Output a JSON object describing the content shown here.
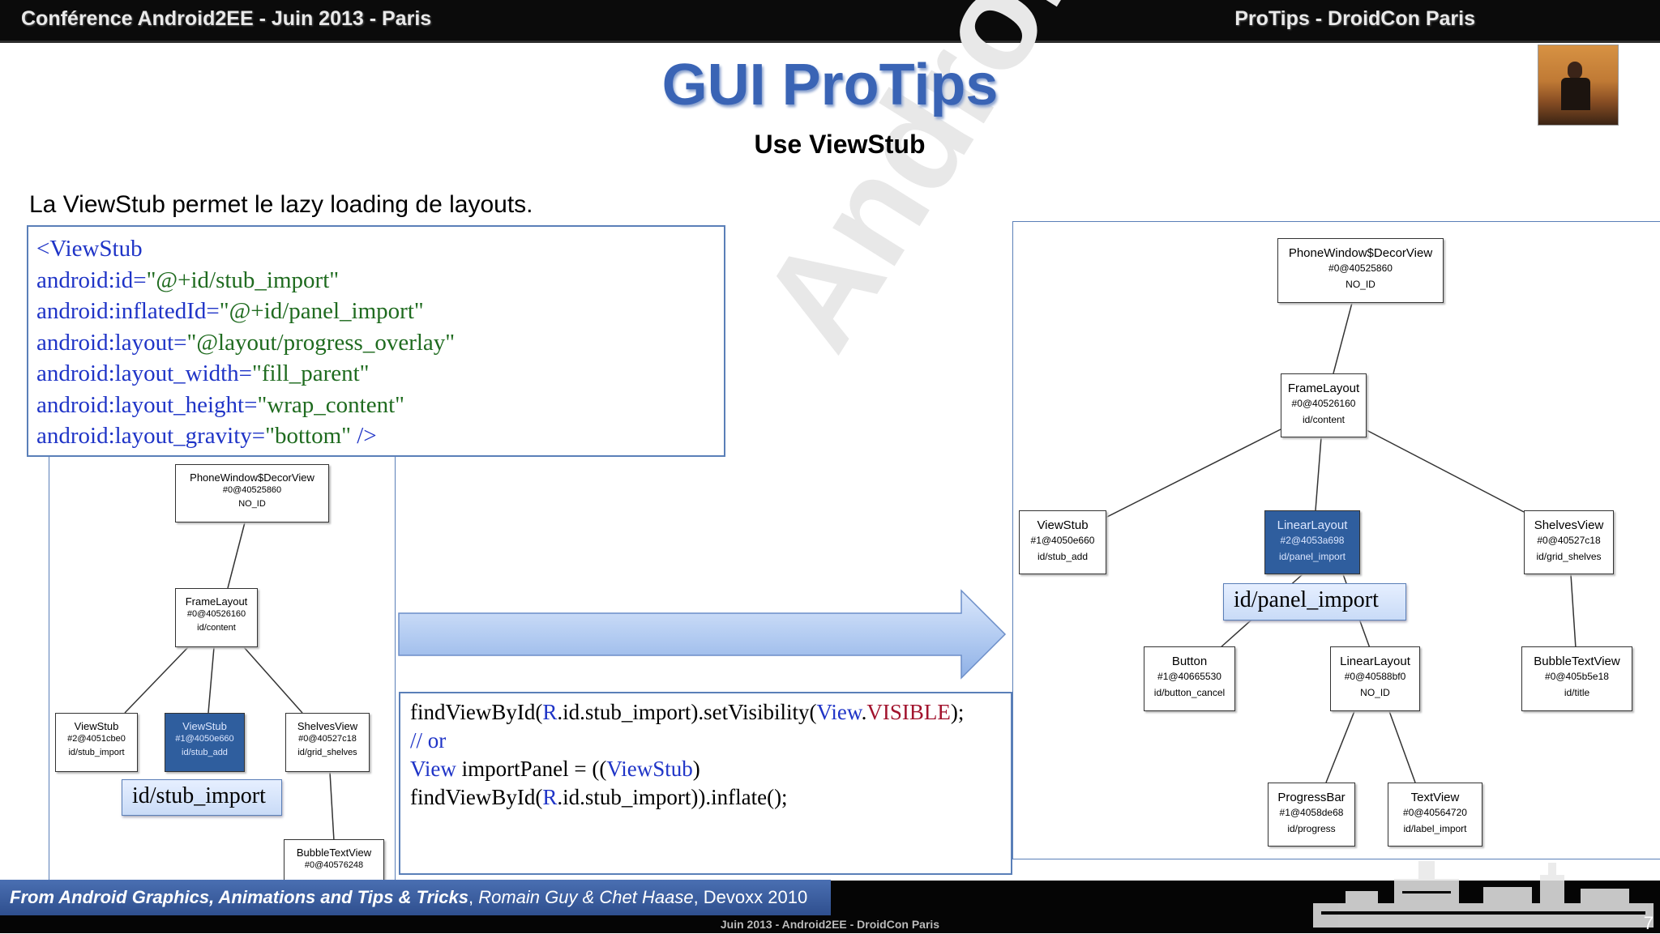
{
  "header": {
    "left": "Conférence Android2EE -  Juin 2013 - Paris",
    "right": "ProTips - DroidCon Paris"
  },
  "slide": {
    "title": "GUI ProTips",
    "subtitle": "Use ViewStub",
    "intro": "La ViewStub permet le lazy loading de layouts."
  },
  "xml_code": {
    "line1": "<ViewStub",
    "line2_attr": "android:id=",
    "line2_val": "\"@+id/stub_import\"",
    "line3_attr": "android:inflatedId=",
    "line3_val": "\"@+id/panel_import\"",
    "line4_attr": "android:layout=",
    "line4_val": "\"@layout/progress_overlay\"",
    "line5_attr": "android:layout_width=",
    "line5_val": "\"fill_parent\"",
    "line6_attr": "android:layout_height=",
    "line6_val": "\"wrap_content\"",
    "line7_attr": "android:layout_gravity=",
    "line7_val": "\"bottom\"",
    "line7_end": " />"
  },
  "java_code": {
    "l1_a": "findViewById(",
    "l1_b": "R",
    "l1_c": ".id.stub_import).setVisibility(",
    "l1_d": "View",
    "l1_e": ".",
    "l1_f": "VISIBLE",
    "l1_g": ");",
    "l2": "// or",
    "l3_a": "View",
    "l3_b": " importPanel = ((",
    "l3_c": "ViewStub",
    "l3_d": ")",
    "l4_a": "findViewById(",
    "l4_b": "R",
    "l4_c": ".id.stub_import)).inflate();"
  },
  "left_tree": {
    "decor": {
      "name": "PhoneWindow$DecorView",
      "hash": "#0@40525860",
      "id": "NO_ID"
    },
    "frame": {
      "name": "FrameLayout",
      "hash": "#0@40526160",
      "id": "id/content"
    },
    "stub1": {
      "name": "ViewStub",
      "hash": "#2@4051cbe0",
      "id": "id/stub_import"
    },
    "stub2": {
      "name": "ViewStub",
      "hash": "#1@4050e660",
      "id": "id/stub_add"
    },
    "shelves": {
      "name": "ShelvesView",
      "hash": "#0@40527c18",
      "id": "id/grid_shelves"
    },
    "bubble": {
      "name": "BubbleTextView",
      "hash": "#0@40576248"
    },
    "callout": "id/stub_import"
  },
  "right_tree": {
    "decor": {
      "name": "PhoneWindow$DecorView",
      "hash": "#0@40525860",
      "id": "NO_ID"
    },
    "frame": {
      "name": "FrameLayout",
      "hash": "#0@40526160",
      "id": "id/content"
    },
    "stub": {
      "name": "ViewStub",
      "hash": "#1@4050e660",
      "id": "id/stub_add"
    },
    "linear": {
      "name": "LinearLayout",
      "hash": "#2@4053a698",
      "id": "id/panel_import"
    },
    "shelves": {
      "name": "ShelvesView",
      "hash": "#0@40527c18",
      "id": "id/grid_shelves"
    },
    "button": {
      "name": "Button",
      "hash": "#1@40665530",
      "id": "id/button_cancel"
    },
    "linear2": {
      "name": "LinearLayout",
      "hash": "#0@40588bf0",
      "id": "NO_ID"
    },
    "bubble": {
      "name": "BubbleTextView",
      "hash": "#0@405b5e18",
      "id": "id/title"
    },
    "progress": {
      "name": "ProgressBar",
      "hash": "#1@4058de68",
      "id": "id/progress"
    },
    "text": {
      "name": "TextView",
      "hash": "#0@40564720",
      "id": "id/label_import"
    },
    "callout": "id/panel_import"
  },
  "footer": {
    "bold": "From Android Graphics, Animations and Tips & Tricks",
    "authors": "Romain Guy & Chet Haase",
    "rest": ", Devoxx 2010",
    "bottom": "Juin 2013 - Android2EE - DroidCon Paris",
    "page": "7"
  },
  "colors": {
    "title": "#3a64b5",
    "selected_node": "#2f5e9e",
    "xml_attr": "#1f34c7",
    "xml_value": "#1f6b1f",
    "constant": "#a2132d"
  }
}
